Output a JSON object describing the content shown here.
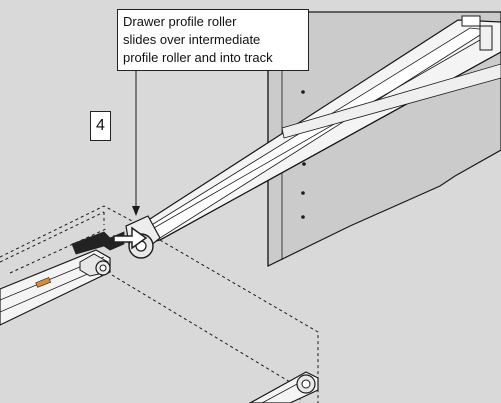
{
  "callout": {
    "lines": [
      "Drawer profile roller",
      "slides over intermediate",
      "profile roller and into track"
    ]
  },
  "step": {
    "number": "4"
  },
  "colors": {
    "background": "#d9d9d9",
    "panel": "#c9c9c9",
    "rail": "#f4f4f4",
    "outline": "#1a1a1a",
    "accent": "#d98a3a"
  }
}
